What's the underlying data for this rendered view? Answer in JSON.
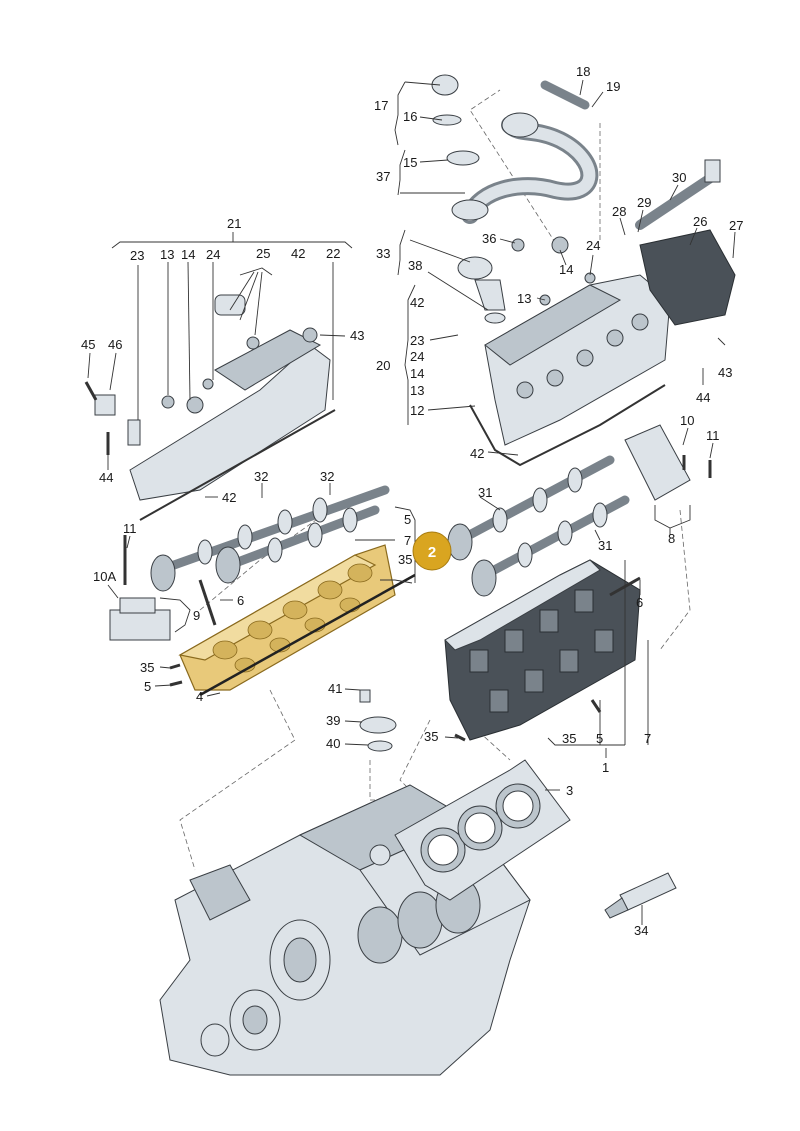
{
  "badge": {
    "label": "2",
    "color": "#d9a520"
  },
  "highlight_color": "#e8c97a",
  "labels": {
    "n1": "1",
    "n3": "3",
    "n4": "4",
    "n5a": "5",
    "n5b": "5",
    "n5c": "5",
    "n6a": "6",
    "n6b": "6",
    "n7a": "7",
    "n7b": "7",
    "n8": "8",
    "n9": "9",
    "n10": "10",
    "n10a": "10A",
    "n11a": "11",
    "n11b": "11",
    "n12": "12",
    "n13a": "13",
    "n13b": "13",
    "n13c": "13",
    "n14a": "14",
    "n14b": "14",
    "n14c": "14",
    "n15": "15",
    "n16": "16",
    "n17": "17",
    "n18": "18",
    "n19": "19",
    "n20": "20",
    "n21": "21",
    "n22": "22",
    "n23a": "23",
    "n23b": "23",
    "n24a": "24",
    "n24b": "24",
    "n24c": "24",
    "n25": "25",
    "n26": "26",
    "n27": "27",
    "n28": "28",
    "n29": "29",
    "n30": "30",
    "n31a": "31",
    "n31b": "31",
    "n32a": "32",
    "n32b": "32",
    "n33": "33",
    "n34": "34",
    "n35a": "35",
    "n35b": "35",
    "n35c": "35",
    "n35d": "35",
    "n36": "36",
    "n37": "37",
    "n38": "38",
    "n39": "39",
    "n40": "40",
    "n41": "41",
    "n42a": "42",
    "n42b": "42",
    "n42c": "42",
    "n42d": "42",
    "n43a": "43",
    "n43b": "43",
    "n44a": "44",
    "n44b": "44",
    "n45": "45",
    "n46": "46"
  }
}
